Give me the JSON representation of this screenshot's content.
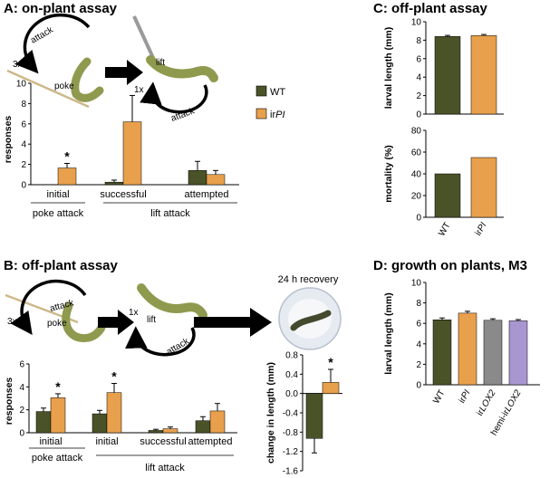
{
  "colors": {
    "WT": "#4a5228",
    "irPI": "#e8a04c",
    "irLOX2": "#8a8a8a",
    "hemi": "#a896d0",
    "worm": "#8f9a4e"
  },
  "legend": {
    "wt": "WT",
    "ir_prefix": "ir",
    "ir_italic": "PI"
  },
  "panelA": {
    "title": "A: on-plant assay",
    "ylabel": "responses",
    "poke_label": "poke",
    "lift_label": "lift",
    "attack1": "attack",
    "attack2": "attack",
    "count1": "3x",
    "count2": "1x",
    "group_poke": "poke attack",
    "group_lift": "lift attack"
  },
  "panelB": {
    "title": "B: off-plant assay",
    "ylabel": "responses",
    "poke_label": "poke",
    "lift_label": "lift",
    "attack1": "attack",
    "attack2": "attack",
    "count1": "3x",
    "count2": "1x",
    "group_poke": "poke attack",
    "group_lift": "lift attack",
    "recovery_label": "24 h recovery"
  },
  "panelC": {
    "title": "C: off-plant assay"
  },
  "panelD": {
    "title": "D: growth on plants, M3"
  },
  "chart_data": [
    {
      "id": "A",
      "type": "bar",
      "ylabel": "responses",
      "ylim": [
        0,
        10
      ],
      "yticks": [
        0,
        2,
        4,
        6,
        8,
        10
      ],
      "categories": [
        "initial",
        "successful",
        "attempted"
      ],
      "series": [
        {
          "name": "WT",
          "values": [
            0,
            0.25,
            1.4
          ],
          "err": [
            0,
            0.2,
            0.9
          ]
        },
        {
          "name": "irPI",
          "values": [
            1.65,
            6.2,
            1.0
          ],
          "err": [
            0.45,
            2.6,
            0.4
          ]
        }
      ],
      "significance": [
        "*",
        "",
        ""
      ]
    },
    {
      "id": "B",
      "type": "bar",
      "ylabel": "responses",
      "ylim": [
        0,
        6
      ],
      "yticks": [
        0,
        2,
        4,
        6
      ],
      "categories": [
        "initial",
        "initial",
        "successful",
        "attempted"
      ],
      "series": [
        {
          "name": "WT",
          "values": [
            1.85,
            1.65,
            0.2,
            1.05
          ],
          "err": [
            0.3,
            0.3,
            0.1,
            0.35
          ]
        },
        {
          "name": "irPI",
          "values": [
            3.05,
            3.5,
            0.35,
            1.9
          ],
          "err": [
            0.35,
            0.8,
            0.15,
            0.65
          ]
        }
      ],
      "significance": [
        "*",
        "*",
        "",
        ""
      ]
    },
    {
      "id": "B2",
      "type": "bar",
      "ylabel": "change in length (mm)",
      "ylim": [
        -1.6,
        0.8
      ],
      "yticks": [
        "0.8",
        "0.4",
        "0.0",
        "-0.4",
        "-0.8",
        "-1.2",
        "-1.6"
      ],
      "categories": [
        "WT",
        "irPI"
      ],
      "values": [
        -0.93,
        0.23
      ],
      "err": [
        0.3,
        0.27
      ],
      "significance": [
        "",
        "*"
      ]
    },
    {
      "id": "C1",
      "type": "bar",
      "ylabel": "larval length (mm)",
      "ylim": [
        0,
        10
      ],
      "yticks": [
        0,
        2,
        4,
        6,
        8,
        10
      ],
      "categories": [
        "WT",
        "irPI"
      ],
      "values": [
        8.4,
        8.5
      ],
      "err": [
        0.12,
        0.12
      ]
    },
    {
      "id": "C2",
      "type": "bar",
      "ylabel": "mortality (%)",
      "ylim": [
        0,
        80
      ],
      "yticks": [
        0,
        20,
        40,
        60,
        80
      ],
      "categories": [
        "WT",
        "irPI"
      ],
      "values": [
        40,
        55
      ]
    },
    {
      "id": "D",
      "type": "bar",
      "ylabel": "larval length (mm)",
      "ylim": [
        0,
        10
      ],
      "yticks": [
        0,
        2,
        4,
        6,
        8,
        10
      ],
      "categories": [
        "WT",
        "irPI",
        "irLOX2",
        "hemi-irLOX2"
      ],
      "values": [
        6.35,
        7.0,
        6.3,
        6.25
      ],
      "err": [
        0.18,
        0.18,
        0.15,
        0.12
      ]
    }
  ]
}
